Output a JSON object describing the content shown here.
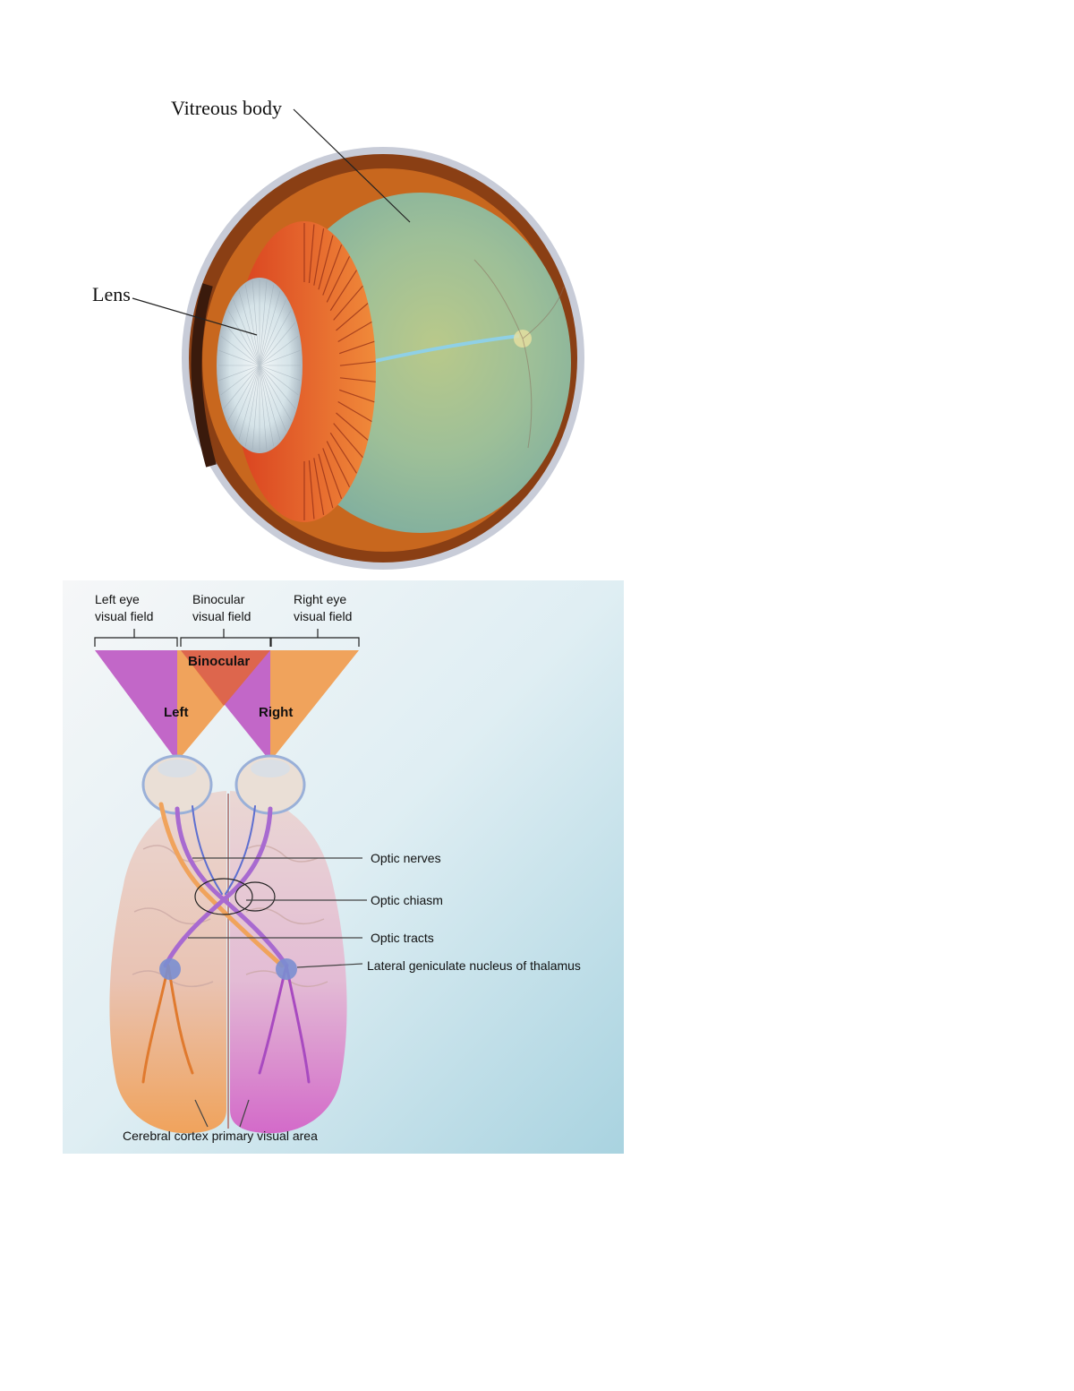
{
  "eye_diagram": {
    "labels": {
      "vitreous_body": "Vitreous body",
      "lens": "Lens"
    },
    "colors": {
      "sclera": "#8a3f14",
      "choroid": "#c8671e",
      "ciliary_muscle": "#e2512d",
      "vitreous": "#8fbaa6",
      "lens": "#dfe9ec"
    }
  },
  "visual_pathway_diagram": {
    "field_headers": {
      "left_eye_line1": "Left eye",
      "left_eye_line2": "visual field",
      "binocular_line1": "Binocular",
      "binocular_line2": "visual field",
      "right_eye_line1": "Right eye",
      "right_eye_line2": "visual field"
    },
    "field_labels": {
      "binocular": "Binocular",
      "left": "Left",
      "right": "Right"
    },
    "callouts": {
      "optic_nerves": "Optic nerves",
      "optic_chiasm": "Optic chiasm",
      "optic_tracts": "Optic tracts",
      "lateral_geniculate": "Lateral geniculate nucleus of thalamus",
      "visual_cortex": "Cerebral cortex primary visual area"
    },
    "colors": {
      "left_field": "#c267c8",
      "right_field": "#f0a35c",
      "overlap": "#e0663f",
      "background_top": "#f6f7f8",
      "background_bottom": "#a9d3e0"
    }
  }
}
